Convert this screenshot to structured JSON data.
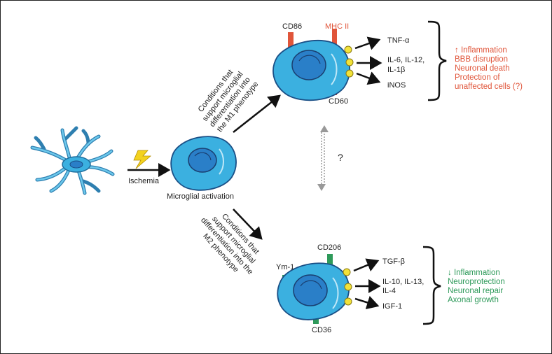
{
  "labels": {
    "ischemia": "Ischemia",
    "activation": "Microglial activation",
    "question": "?"
  },
  "m1": {
    "condition_lines": [
      "Conditions that",
      "support microglial",
      "differentiation into",
      "the M1 phenotype"
    ],
    "markers": {
      "top_left": "CD86",
      "top_right": "MHC II",
      "bottom": "CD60"
    },
    "mediators": [
      "TNF-α",
      "IL-6, IL-12,",
      "IL-1β",
      "iNOS"
    ],
    "effects": [
      "↑ Inflammation",
      "BBB disruption",
      "Neuronal death",
      "Protection of",
      "unaffected cells (?)"
    ]
  },
  "m2": {
    "condition_lines": [
      "Conditions that",
      "support microglial",
      "differentiation into the",
      "M2 phenotype"
    ],
    "markers": {
      "left": "Ym-1",
      "top": "CD206",
      "bottom": "CD36"
    },
    "mediators": [
      "TGF-β",
      "IL-10, IL-13,",
      "IL-4",
      "IGF-1"
    ],
    "effects": [
      "↓ Inflammation",
      "Neuroprotection",
      "Neuronal repair",
      "Axonal growth"
    ]
  },
  "colors": {
    "m1_accent": "#e0553a",
    "m2_accent": "#2e9a5a",
    "cell_fill": "#3bb0e0",
    "nucleus_fill": "#2a7fc8",
    "granule": "#f2e23a"
  }
}
